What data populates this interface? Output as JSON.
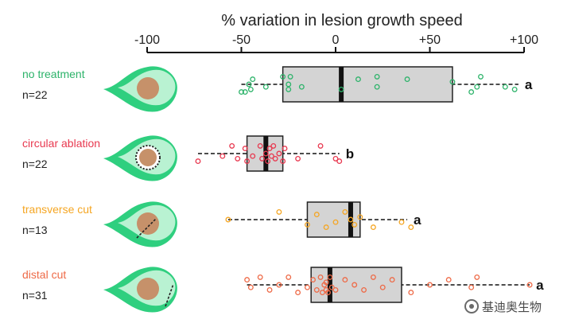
{
  "chart_data": {
    "type": "box",
    "title": "% variation in lesion growth speed",
    "xlim": [
      -100,
      100
    ],
    "tick_values": [
      -100,
      -50,
      0,
      50,
      100
    ],
    "tick_labels": [
      "-100",
      "-50",
      "0",
      "+50",
      "+100"
    ],
    "orientation": "horizontal",
    "groups": [
      {
        "name": "no treatment",
        "n_label": "n=22",
        "color": "#2db36a",
        "letter": "a",
        "min": -50,
        "q1": -28,
        "median": 3,
        "q3": 62,
        "max": 97,
        "points": [
          -46,
          -50,
          -48,
          -45,
          -44,
          -37,
          -28,
          -25,
          -25,
          -24,
          -18,
          3,
          12,
          22,
          22,
          38,
          62,
          72,
          75,
          77,
          90,
          95
        ],
        "jitter": [
          0,
          3,
          3,
          2,
          -2,
          1,
          -3,
          2,
          0,
          -3,
          1,
          2,
          -2,
          -3,
          1,
          -2,
          -1,
          3,
          1,
          -3,
          1,
          2
        ]
      },
      {
        "name": "circular ablation",
        "n_label": "n=22",
        "color": "#e8384f",
        "letter": "b",
        "min": -73,
        "q1": -47,
        "median": -37,
        "q3": -28,
        "max": 2,
        "points": [
          -73,
          -60,
          -55,
          -52,
          -48,
          -47,
          -44,
          -40,
          -39,
          -37,
          -36,
          -35,
          -34,
          -33,
          -32,
          -30,
          -28,
          -27,
          -20,
          -8,
          0,
          2
        ],
        "jitter": [
          3,
          1,
          -3,
          2,
          -2,
          3,
          1,
          -3,
          2,
          0,
          3,
          -2,
          1,
          -3,
          2,
          0,
          3,
          -2,
          2,
          -3,
          2,
          3
        ]
      },
      {
        "name": "transverse cut",
        "n_label": "n=13",
        "color": "#f5a623",
        "letter": "a",
        "min": -57,
        "q1": -15,
        "median": 8,
        "q3": 13,
        "max": 38,
        "points": [
          -57,
          -30,
          -15,
          -10,
          -5,
          0,
          5,
          8,
          10,
          13,
          20,
          35,
          40
        ],
        "jitter": [
          0,
          -3,
          2,
          -2,
          3,
          1,
          -3,
          0,
          2,
          -1,
          3,
          1,
          3
        ]
      },
      {
        "name": "distal cut",
        "n_label": "n=31",
        "color": "#ee6a47",
        "letter": "a",
        "min": -47,
        "q1": -13,
        "median": -3,
        "q3": 35,
        "max": 103,
        "points": [
          -47,
          -45,
          -40,
          -35,
          -30,
          -25,
          -20,
          -15,
          -12,
          -10,
          -8,
          -7,
          -6,
          -5,
          -5,
          -4,
          -3,
          -2,
          0,
          5,
          10,
          15,
          20,
          25,
          30,
          40,
          50,
          60,
          72,
          75,
          103
        ],
        "jitter": [
          -2,
          1,
          -3,
          2,
          0,
          -3,
          3,
          1,
          -2,
          2,
          -3,
          3,
          0,
          2,
          -1,
          3,
          -3,
          1,
          2,
          -2,
          0,
          2,
          -3,
          1,
          -2,
          3,
          0,
          -2,
          1,
          -3,
          0
        ]
      }
    ]
  }
}
